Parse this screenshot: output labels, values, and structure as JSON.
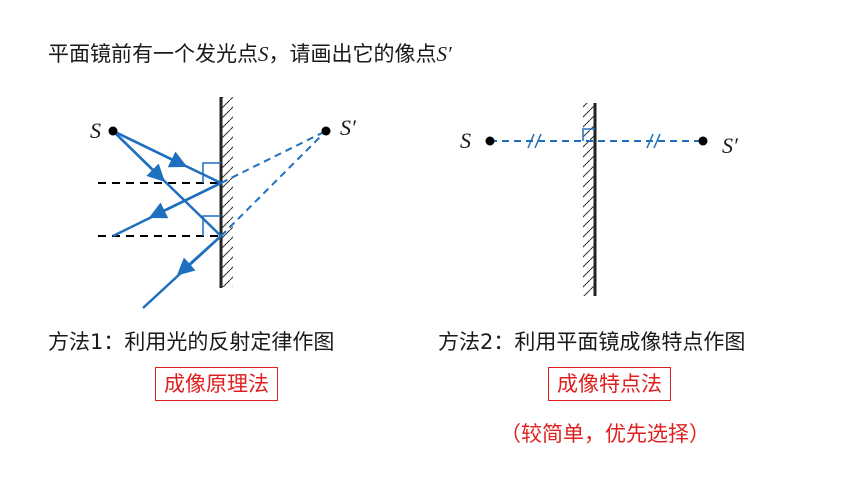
{
  "title": {
    "text": "平面镜前有一个发光点",
    "point": "S",
    "mid": "，请画出它的像点",
    "image_point": "S′"
  },
  "left": {
    "source_label": "S",
    "image_label": "S′",
    "caption": "方法1：利用光的反射定律作图",
    "tag": "成像原理法"
  },
  "right": {
    "source_label": "S",
    "image_label": "S′",
    "caption": "方法2：利用平面镜成像特点作图",
    "tag": "成像特点法",
    "note": "（较简单，优先选择）"
  },
  "colors": {
    "ray": "#1f6fbf",
    "dashed_image": "#1f6fbf",
    "normal": "#000000",
    "mirror": "#222222",
    "highlight": "#e02020"
  }
}
